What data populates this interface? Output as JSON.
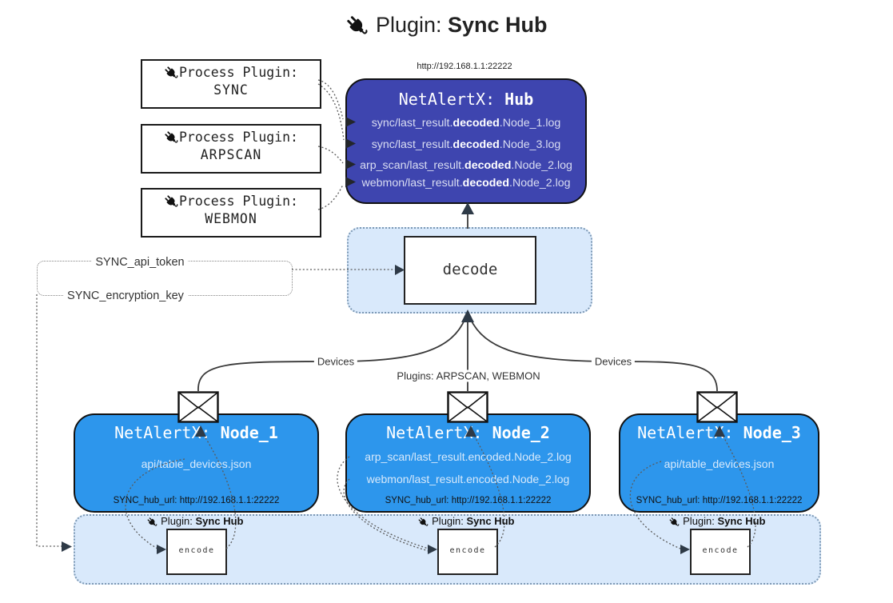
{
  "title": {
    "prefix": "Plugin: ",
    "name": "Sync Hub"
  },
  "process_plugins": {
    "label": "Process Plugin:",
    "items": [
      {
        "name": "SYNC"
      },
      {
        "name": "ARPSCAN"
      },
      {
        "name": "WEBMON"
      }
    ]
  },
  "hub": {
    "url": "http://192.168.1.1:22222",
    "app": "NetAlertX: ",
    "name": "Hub",
    "logs": [
      {
        "pre": "sync/last_result.",
        "emph": "decoded",
        "post": ".Node_1.log"
      },
      {
        "pre": "sync/last_result.",
        "emph": "decoded",
        "post": ".Node_3.log"
      },
      {
        "pre": "arp_scan/last_result.",
        "emph": "decoded",
        "post": ".Node_2.log"
      },
      {
        "pre": "webmon/last_result.",
        "emph": "decoded",
        "post": ".Node_2.log"
      }
    ]
  },
  "decode_section": {
    "label": "decode"
  },
  "config": {
    "api_token": "SYNC_api_token",
    "encryption_key": "SYNC_encryption_key"
  },
  "edge_labels": {
    "devices_left": "Devices",
    "devices_right": "Devices",
    "plugins": "Plugins: ARPSCAN, WEBMON"
  },
  "nodes": [
    {
      "app": "NetAlertX: ",
      "name": "Node_1",
      "files": [
        "api/table_devices.json"
      ],
      "hub_url": "SYNC_hub_url: http://192.168.1.1:22222"
    },
    {
      "app": "NetAlertX: ",
      "name": "Node_2",
      "files": [
        "arp_scan/last_result.encoded.Node_2.log",
        "webmon/last_result.encoded.Node_2.log"
      ],
      "hub_url": "SYNC_hub_url: http://192.168.1.1:22222"
    },
    {
      "app": "NetAlertX: ",
      "name": "Node_3",
      "files": [
        "api/table_devices.json"
      ],
      "hub_url": "SYNC_hub_url: http://192.168.1.1:22222"
    }
  ],
  "encode_section": {
    "plugin_prefix": "Plugin: ",
    "plugin_name": "Sync Hub",
    "label": "encode"
  },
  "colors": {
    "hub_fill": "#3e45af",
    "node_fill": "#2d96ec",
    "panel_fill": "#d9e9fb",
    "arrow_dark": "#2e3a47"
  }
}
